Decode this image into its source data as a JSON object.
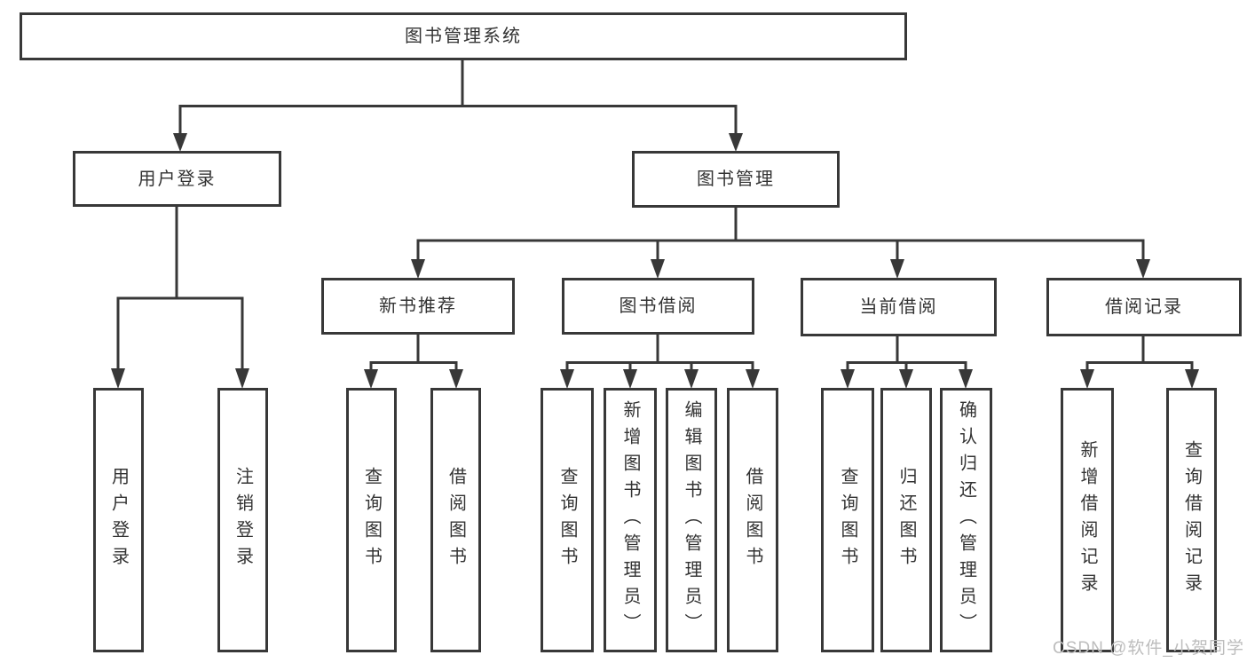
{
  "colors": {
    "line": "#383838",
    "text": "#333333",
    "box_fill": "#ffffff",
    "background": "#ffffff",
    "watermark": "#bdbdbd"
  },
  "diagram": {
    "title": "图书管理系统",
    "level2": [
      {
        "label": "用户登录"
      },
      {
        "label": "图书管理"
      }
    ],
    "level3": [
      {
        "label": "新书推荐"
      },
      {
        "label": "图书借阅"
      },
      {
        "label": "当前借阅"
      },
      {
        "label": "借阅记录"
      }
    ],
    "leaves": {
      "user_login": [
        {
          "label": "用户登录"
        },
        {
          "label": "注销登录"
        }
      ],
      "new_book_rec": [
        {
          "label": "查询图书"
        },
        {
          "label": "借阅图书"
        }
      ],
      "book_borrow": [
        {
          "label": "查询图书"
        },
        {
          "label": "新增图书（管理员）"
        },
        {
          "label": "编辑图书（管理员）"
        },
        {
          "label": "借阅图书"
        }
      ],
      "current_borrow": [
        {
          "label": "查询图书"
        },
        {
          "label": "归还图书"
        },
        {
          "label": "确认归还（管理员）"
        }
      ],
      "borrow_records": [
        {
          "label": "新增借阅记录"
        },
        {
          "label": "查询借阅记录"
        }
      ]
    }
  },
  "watermark": {
    "text": "CSDN @软件_小贺同学"
  }
}
